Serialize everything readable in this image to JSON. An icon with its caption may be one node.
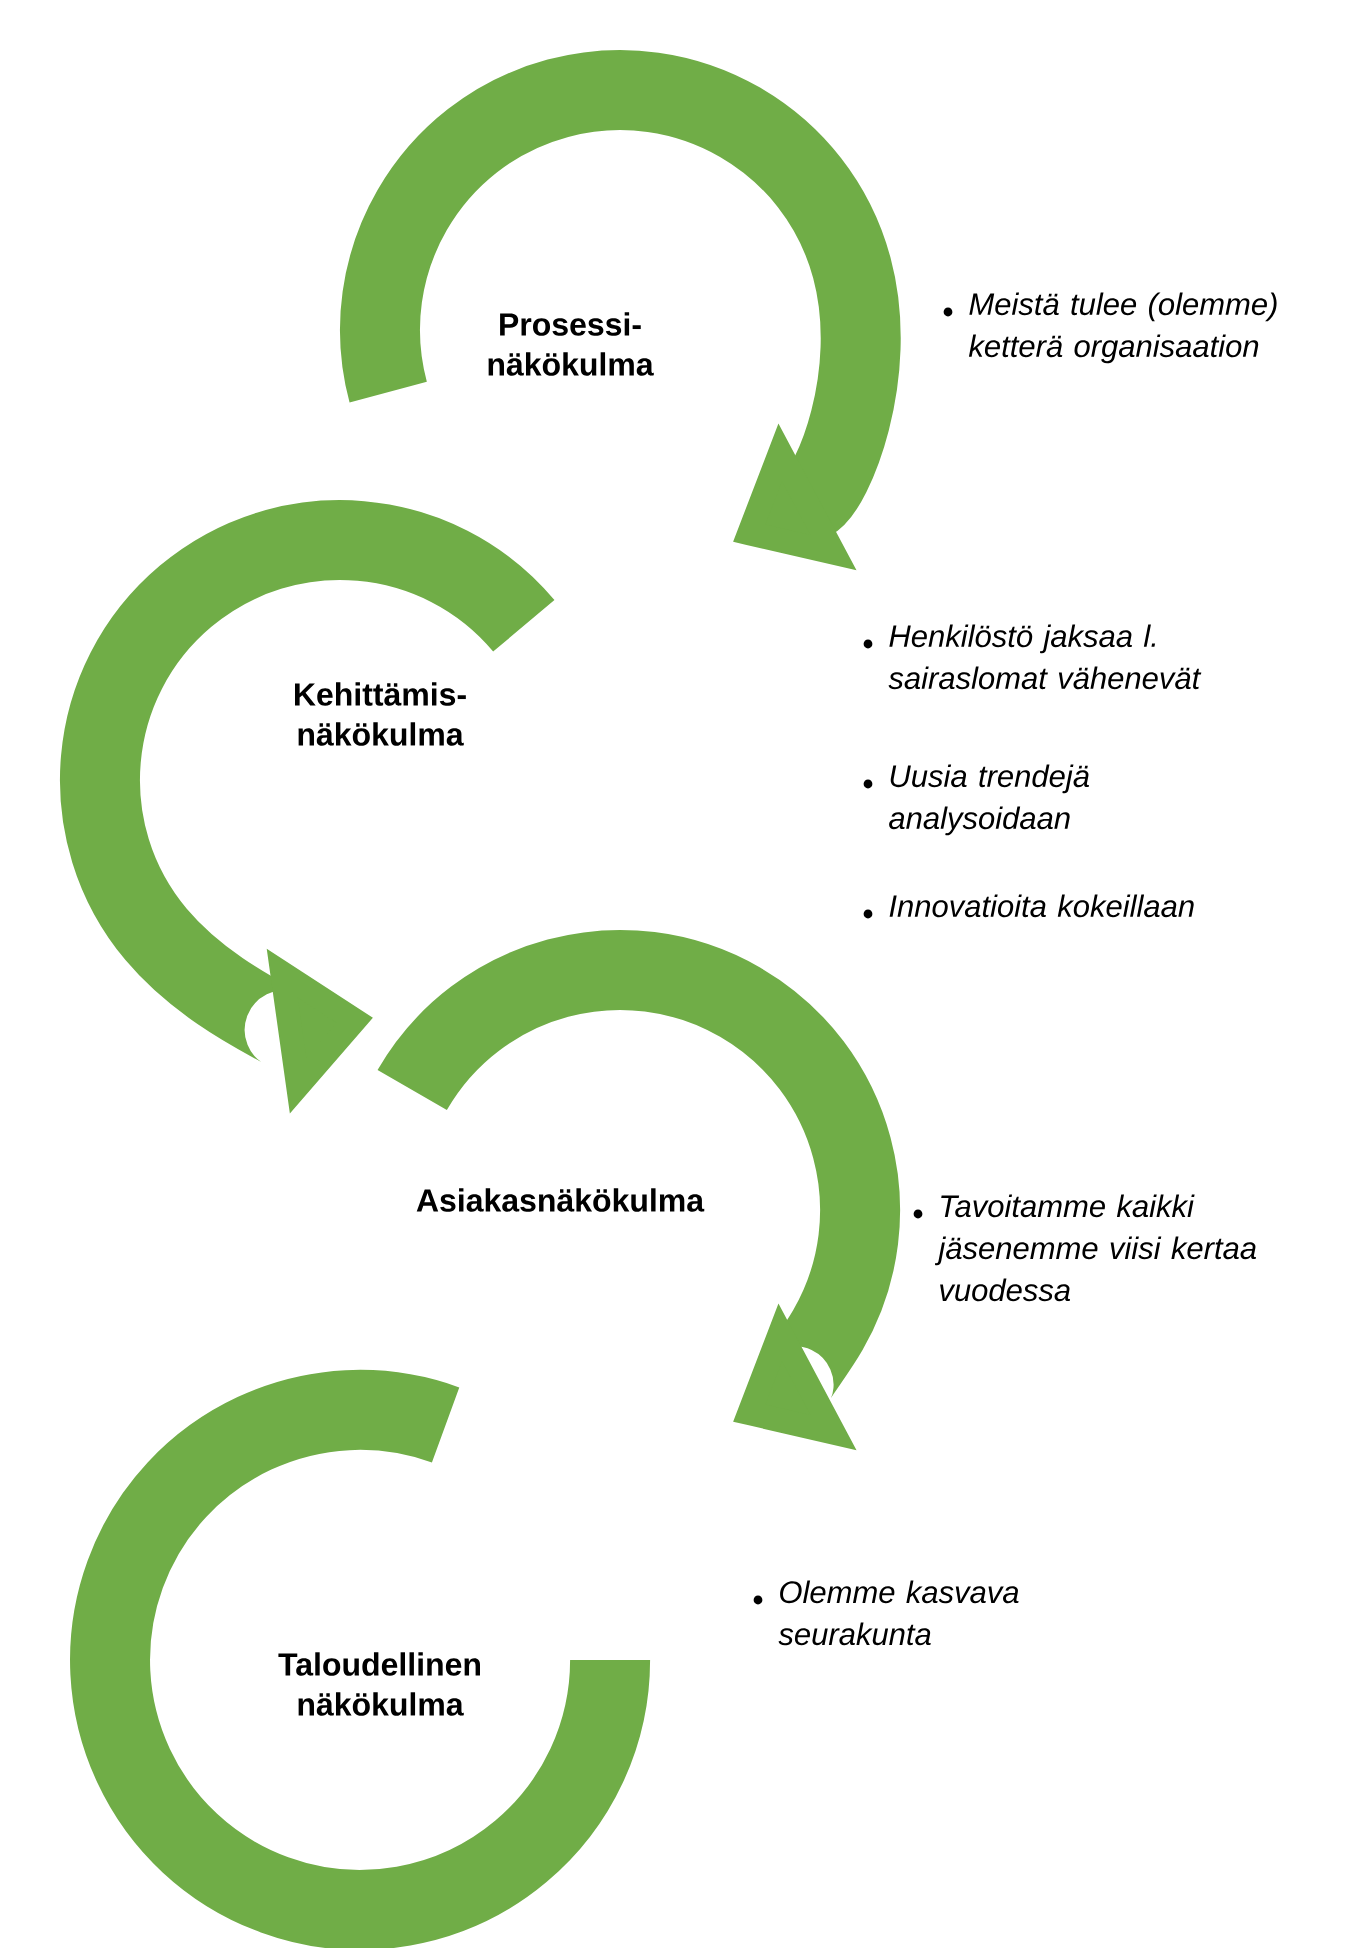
{
  "diagram": {
    "nodes": [
      {
        "text": [
          "Prosessi- näkökulma"
        ]
      },
      {
        "text": [
          "Kehittämis- näkökulma"
        ]
      },
      {
        "text": [
          "Asiakasnäkökulma"
        ]
      },
      {
        "text": [
          "Taloudellinen näkökulma"
        ]
      }
    ],
    "labels": [
      "Meistä tulee (olemme) ketterä organisaation",
      "Henkilöstö jaksaa l. sairaslomat vähenevät",
      "Uusia trendejä analysoidaan",
      "Innovatioita kokeillaan",
      "Tavoitamme kaikki jäsenemme viisi kertaa vuodessa",
      "Olemme kasvava seurakunta"
    ]
  }
}
